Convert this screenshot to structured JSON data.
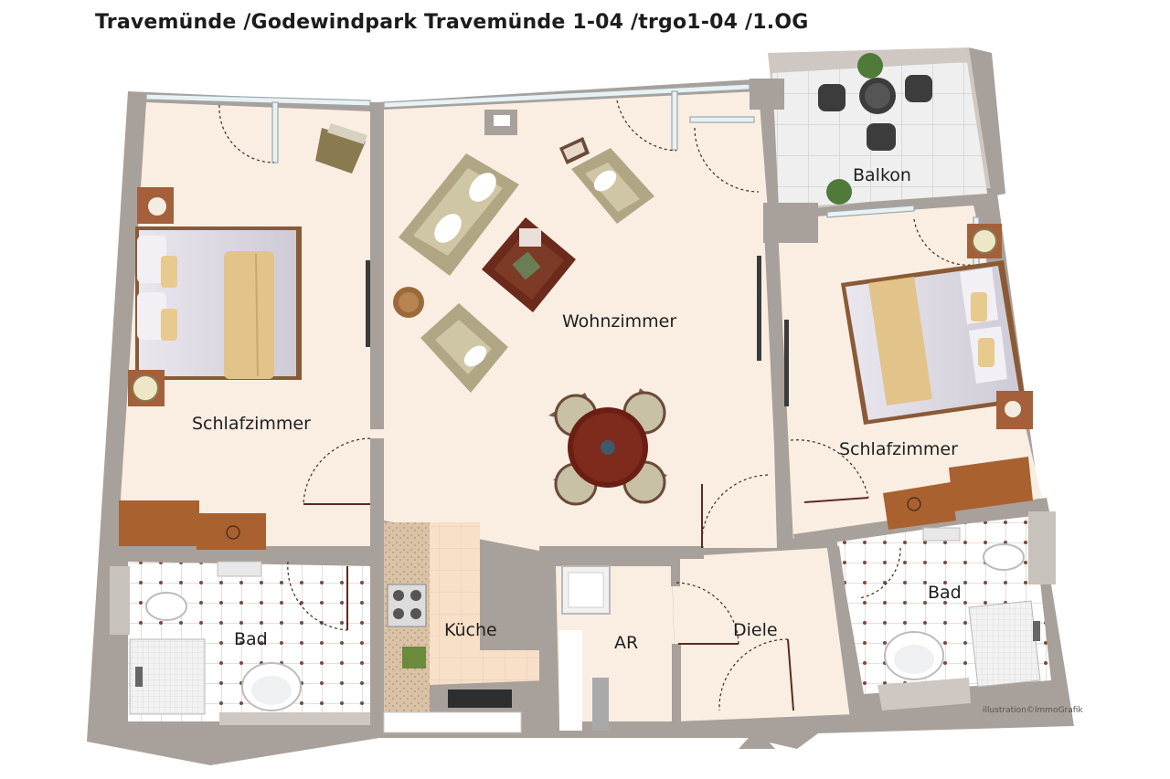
{
  "title": "Travemünde /Godewindpark Travemünde 1-04 /trgo1-04 /1.OG",
  "rooms": {
    "wohnzimmer": "Wohnzimmer",
    "schlafzimmer_left": "Schlafzimmer",
    "schlafzimmer_right": "Schlafzimmer",
    "bad_left": "Bad",
    "bad_right": "Bad",
    "kueche": "Küche",
    "ar": "AR",
    "diele": "Diele",
    "balkon": "Balkon"
  },
  "credit": "illustration©ImmoGrafik",
  "colors": {
    "wall": "#a8a09a",
    "floor": "#faeee3",
    "wood": "#9a5a2e",
    "sofa": "#b8ae8e",
    "tile": "#ffffff",
    "tile_dot": "#7a4a3a",
    "balcony_tile": "#e6e6e6"
  }
}
